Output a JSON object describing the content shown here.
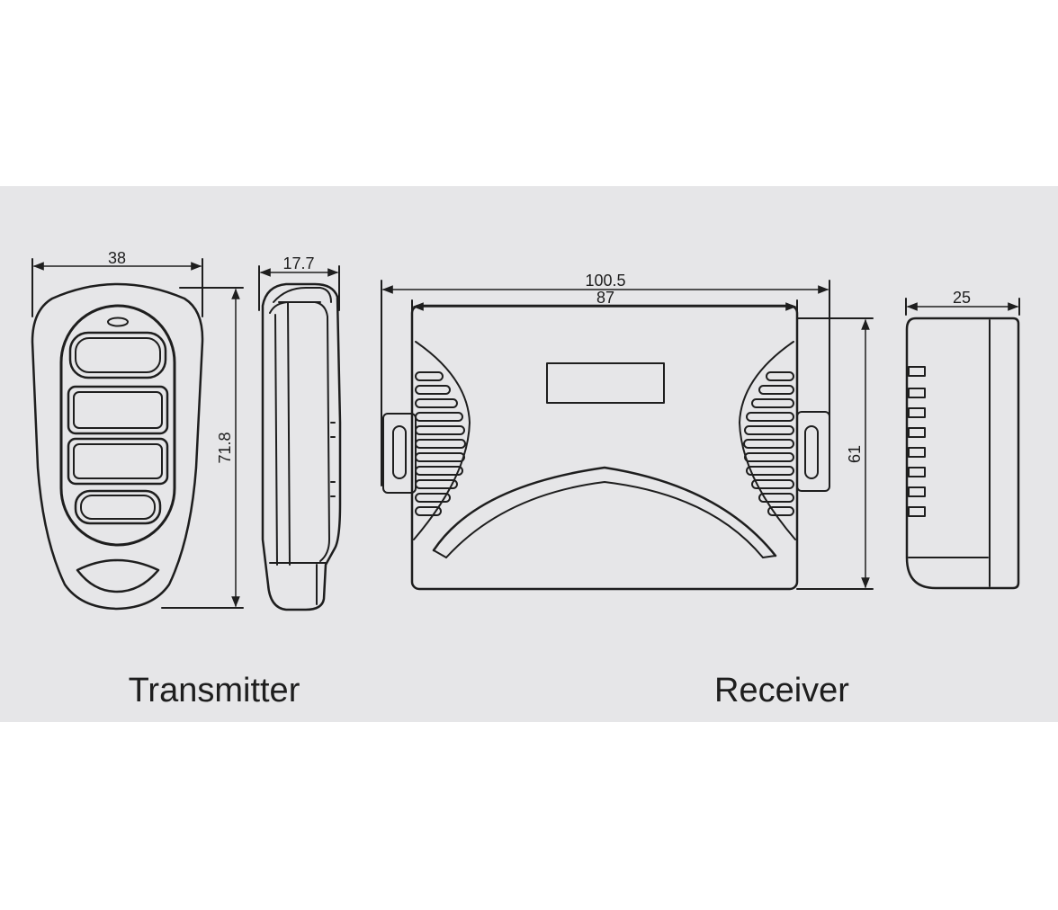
{
  "transmitter": {
    "caption": "Transmitter",
    "width_label": "38",
    "height_label": "71.8",
    "thickness_label": "17.7"
  },
  "receiver": {
    "caption": "Receiver",
    "outer_width_label": "100.5",
    "inner_width_label": "87",
    "height_label": "61",
    "depth_label": "25"
  },
  "colors": {
    "background": "#e6e6e8",
    "line": "#1e1e1e"
  }
}
